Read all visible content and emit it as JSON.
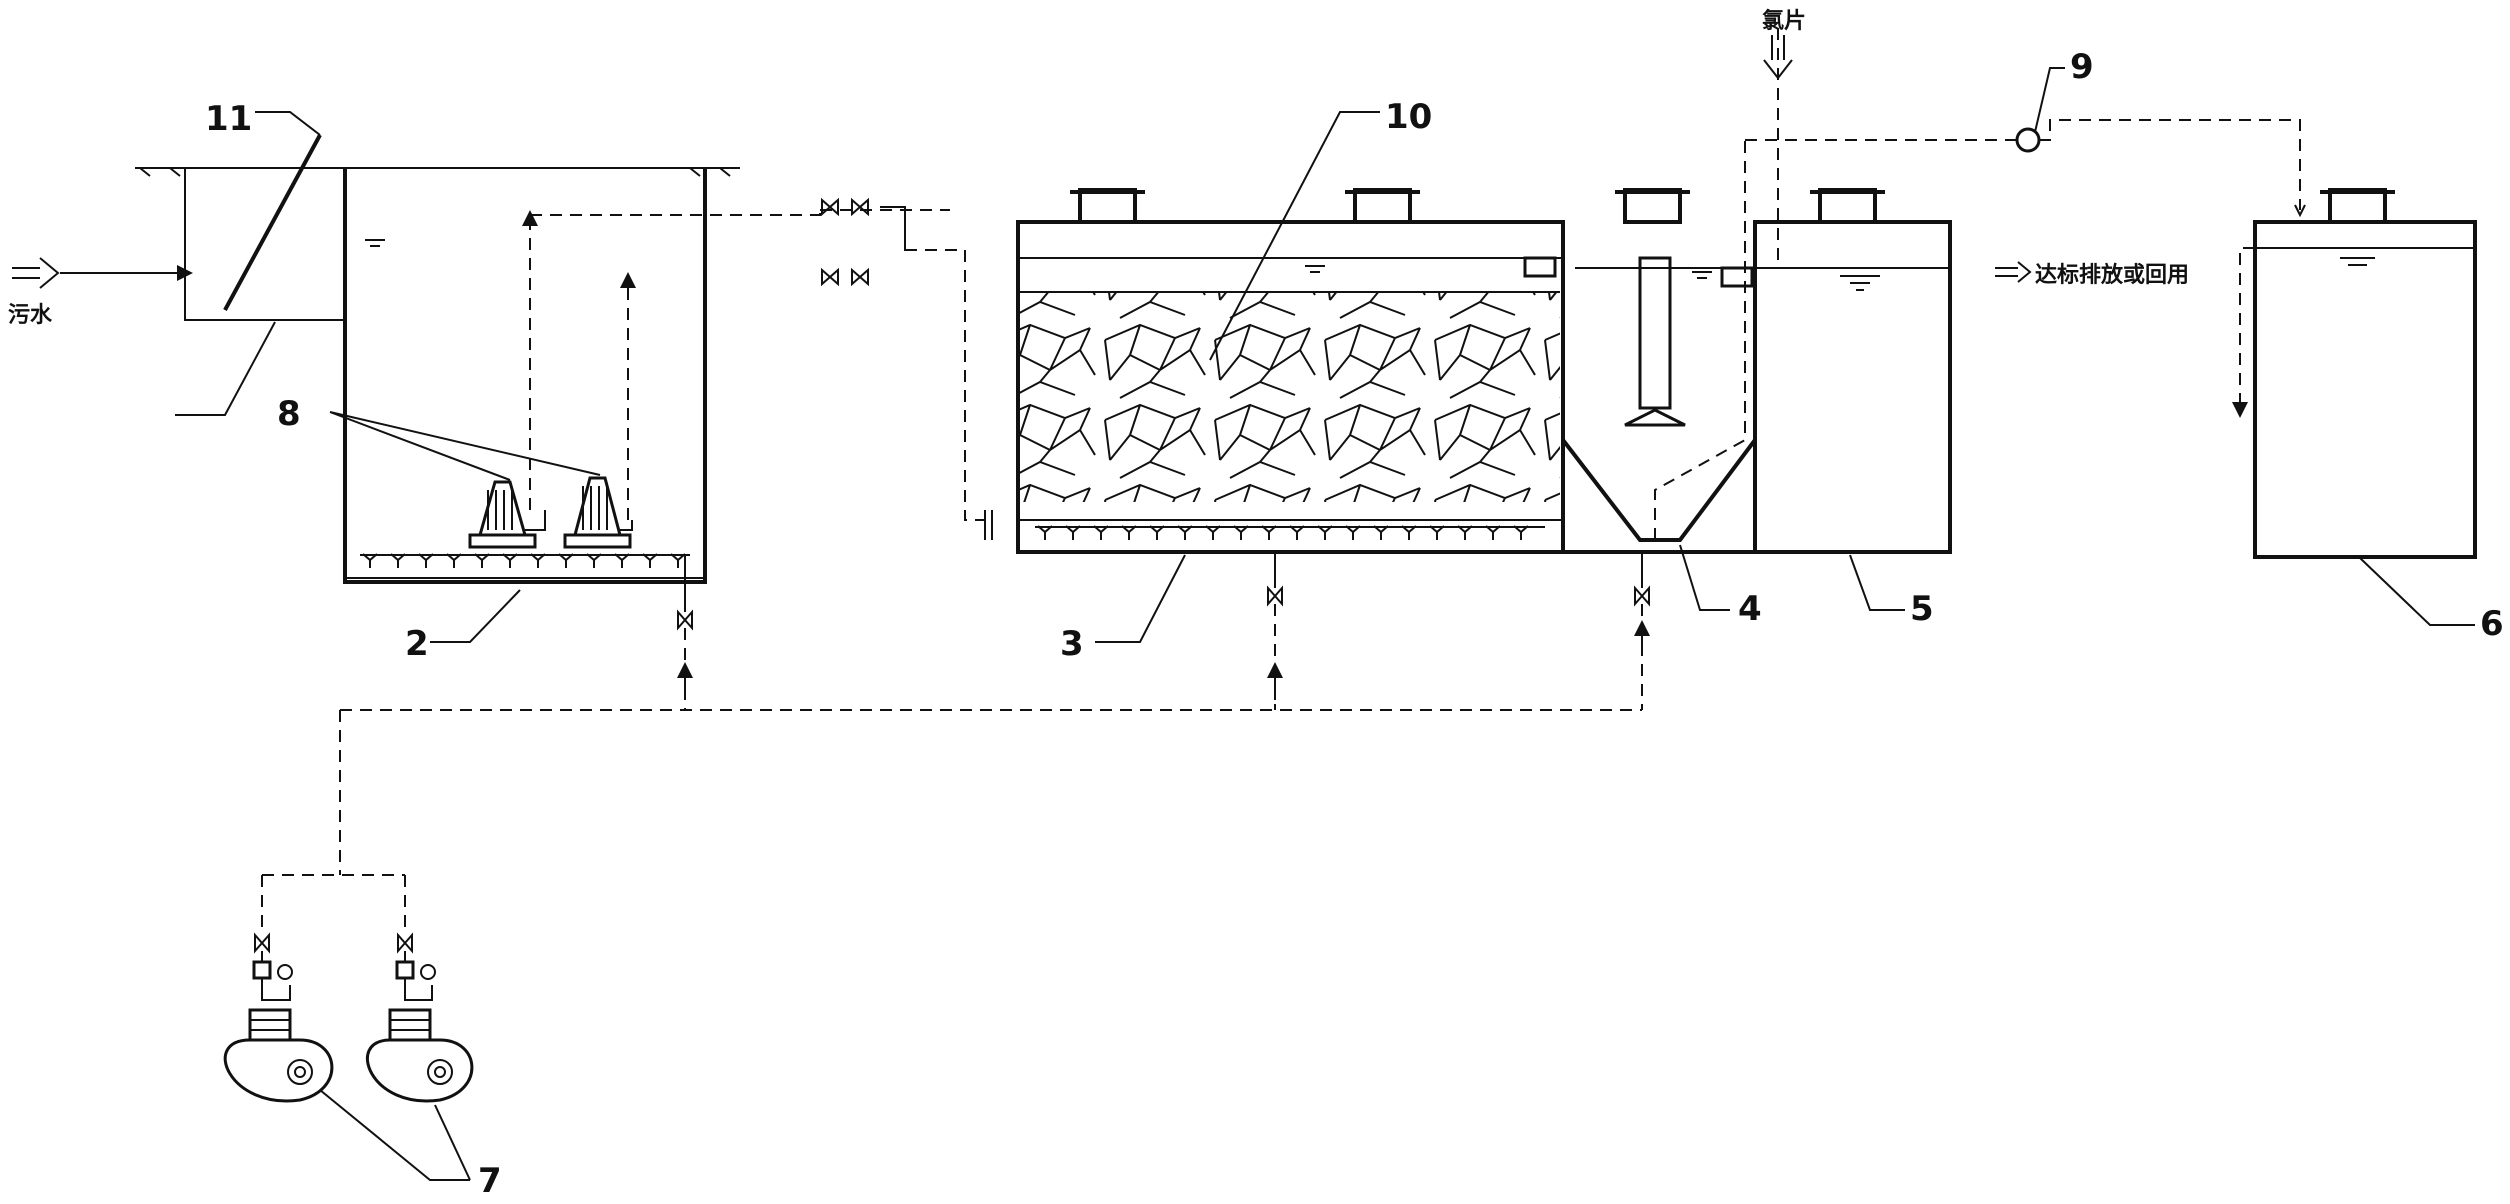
{
  "labels": {
    "n2": "2",
    "n3": "3",
    "n4": "4",
    "n5": "5",
    "n6": "6",
    "n7": "7",
    "n8": "8",
    "n9": "9",
    "n10": "10",
    "n11": "11"
  },
  "text": {
    "sewage": "污水",
    "chlorine": "氯片",
    "discharge": "达标排放或回用"
  }
}
